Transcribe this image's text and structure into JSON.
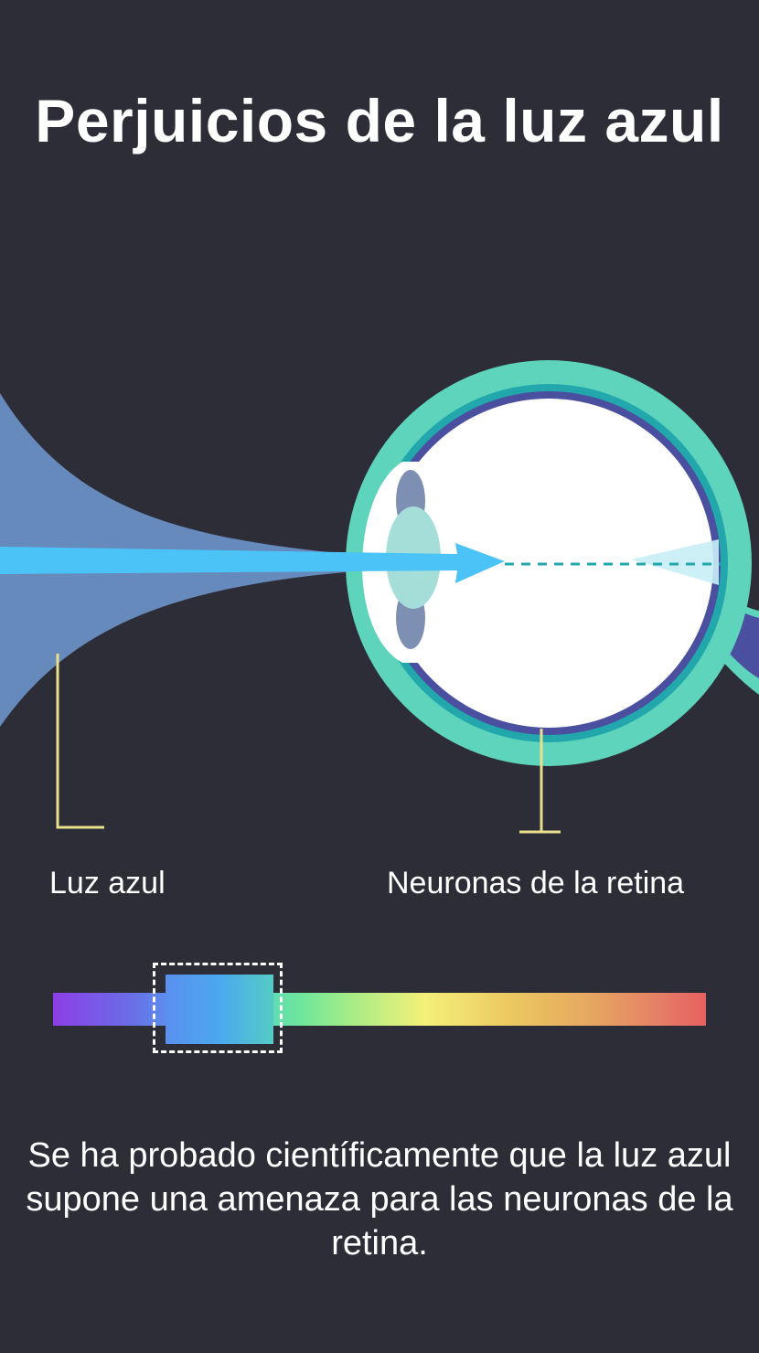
{
  "title": "Perjuicios de la luz azul",
  "labels": {
    "blue_light": "Luz azul",
    "retina_neurons": "Neuronas de la retina"
  },
  "description": "Se ha probado científicamente que la luz azul supone una amenaza para las neuronas de la retina.",
  "colors": {
    "background": "#2d2d38",
    "light_beam": "#4cc3f7",
    "light_cone": "#6a8fc4",
    "eye_outer": "#5fd4bd",
    "eye_ring": "#22a8ac",
    "eye_inner_ring": "#4a4fa0",
    "lens": "#a5ddd8",
    "callout_line": "#e8e08c"
  },
  "icons": [
    "eye-diagram",
    "light-beam-arrow",
    "light-spectrum"
  ]
}
